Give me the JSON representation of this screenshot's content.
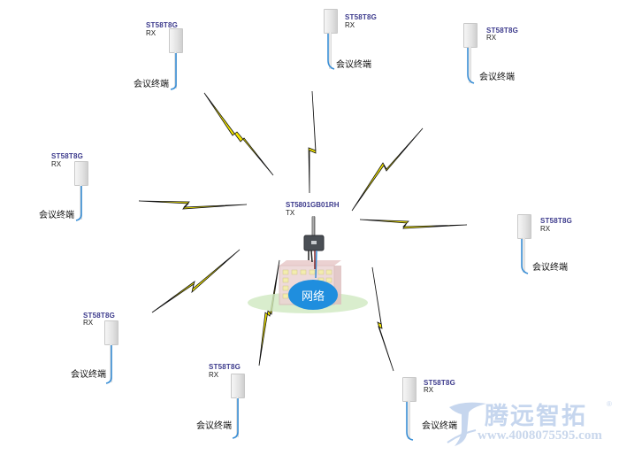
{
  "diagram": {
    "type": "wireless-star-topology",
    "transmitter": {
      "model": "ST5801GB01RH",
      "role": "TX",
      "network_label": "网络"
    },
    "receivers": [
      {
        "id": "rx-top-left",
        "model": "ST58T8G",
        "role": "RX",
        "terminal": "会议终端"
      },
      {
        "id": "rx-top-center",
        "model": "ST58T8G",
        "role": "RX",
        "terminal": "会议终端"
      },
      {
        "id": "rx-top-right",
        "model": "ST58T8G",
        "role": "RX",
        "terminal": "会议终端"
      },
      {
        "id": "rx-mid-left",
        "model": "ST58T8G",
        "role": "RX",
        "terminal": "会议终端"
      },
      {
        "id": "rx-mid-right",
        "model": "ST58T8G",
        "role": "RX",
        "terminal": "会议终端"
      },
      {
        "id": "rx-low-left",
        "model": "ST58T8G",
        "role": "RX",
        "terminal": "会议终端"
      },
      {
        "id": "rx-bottom-center",
        "model": "ST58T8G",
        "role": "RX",
        "terminal": "会议终端"
      },
      {
        "id": "rx-bottom-right",
        "model": "ST58T8G",
        "role": "RX",
        "terminal": "会议终端"
      }
    ],
    "links_count": 8,
    "colors": {
      "bolt_fill": "#f5e800",
      "bolt_edge": "#111111",
      "model_text": "#3c3a8c",
      "network_bubble": "#1f8ede",
      "cable": "#3a8fd6",
      "watermark": "#c6d6ee"
    }
  },
  "watermark": {
    "brand": "腾远智拓",
    "registered": "®",
    "url": "www.4008075595.com"
  }
}
